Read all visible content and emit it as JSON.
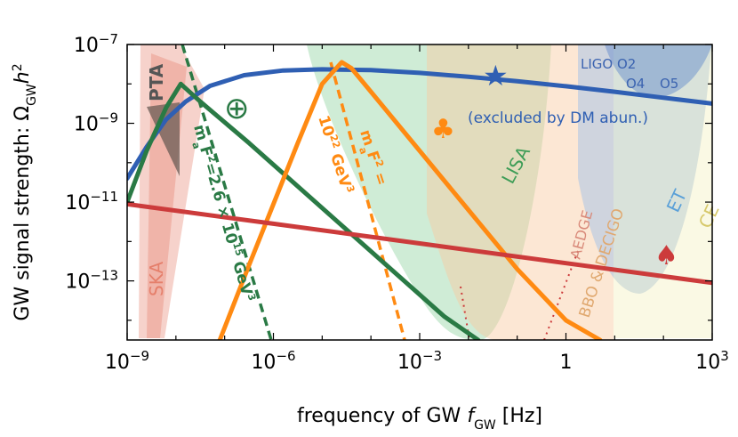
{
  "chart_data": {
    "type": "line",
    "xlabel": "frequency of GW f_GW [Hz]",
    "ylabel": "GW signal strength: Ω_GW h²",
    "xscale": "log",
    "yscale": "log",
    "xlim_log10": [
      -9,
      3
    ],
    "ylim_log10": [
      -14.5,
      -7
    ],
    "grid": false,
    "x_ticks": [
      {
        "log10": -9,
        "base": "10",
        "exp": "−9"
      },
      {
        "log10": -6,
        "base": "10",
        "exp": "−6"
      },
      {
        "log10": -3,
        "base": "10",
        "exp": "−3"
      },
      {
        "log10": 0,
        "base": "1",
        "exp": ""
      },
      {
        "log10": 3,
        "base": "10",
        "exp": "3"
      }
    ],
    "y_ticks": [
      {
        "log10": -7,
        "base": "10",
        "exp": "−7"
      },
      {
        "log10": -9,
        "base": "10",
        "exp": "−9"
      },
      {
        "log10": -11,
        "base": "10",
        "exp": "−11"
      },
      {
        "log10": -13,
        "base": "10",
        "exp": "−13"
      }
    ],
    "xlabel_parts": {
      "main": "frequency of GW ",
      "sym": "f",
      "sub": "GW",
      "unit": " [Hz]"
    },
    "ylabel_parts": {
      "main": "GW signal strength: ",
      "sym": "Ω",
      "sub": "GW",
      "h": "h",
      "sup": "2"
    },
    "colors": {
      "blue": "#2f5fb3",
      "green": "#2a7a45",
      "orange": "#ff8a12",
      "red": "#cc3b3b",
      "ska": "#e57f6b",
      "lisa": "#a8dcb4",
      "decigo": "#f9c9a0",
      "et": "#a9c4e6",
      "ce": "#f0eaa5",
      "ligo": "#5c86c9"
    },
    "series": [
      {
        "key": "blue",
        "color": "#2f5fb3",
        "x_log10": [
          -9,
          -8.6,
          -8.2,
          -7.8,
          -7.3,
          -6.6,
          -5.8,
          -5,
          -4,
          -3,
          -2,
          -1,
          0,
          1,
          2,
          3
        ],
        "y_log10": [
          -10.4,
          -9.6,
          -8.9,
          -8.45,
          -8.05,
          -7.78,
          -7.66,
          -7.63,
          -7.65,
          -7.72,
          -7.82,
          -7.93,
          -8.06,
          -8.2,
          -8.35,
          -8.5
        ]
      },
      {
        "key": "green",
        "color": "#2a7a45",
        "x_log10": [
          -9,
          -8.6,
          -8.2,
          -7.9,
          -7.5,
          -6.5,
          -5.5,
          -4.5,
          -3.5,
          -2.5,
          -1.8
        ],
        "y_log10": [
          -11.0,
          -9.7,
          -8.6,
          -8.0,
          -8.45,
          -9.5,
          -10.6,
          -11.7,
          -12.8,
          -13.9,
          -14.5
        ]
      },
      {
        "key": "orange",
        "color": "#ff8a12",
        "x_log10": [
          -7.1,
          -6.5,
          -6,
          -5.5,
          -5,
          -4.6,
          -4.4,
          -4,
          -3,
          -2,
          -1,
          0,
          0.7
        ],
        "y_log10": [
          -14.5,
          -12.6,
          -11.05,
          -9.5,
          -8.0,
          -7.45,
          -7.6,
          -8.2,
          -9.7,
          -11.2,
          -12.7,
          -14.0,
          -14.5
        ]
      },
      {
        "key": "red",
        "color": "#cc3b3b",
        "x_log10": [
          -9,
          -6,
          -3,
          0,
          3
        ],
        "y_log10": [
          -11.05,
          -11.55,
          -12.05,
          -12.55,
          -13.05
        ]
      }
    ],
    "labels": {
      "pta": "PTA",
      "ska": "SKA",
      "lisa": "LISA",
      "aedge": "AEDGE",
      "bbo_decigo": "BBO & DECIGO",
      "et": "ET",
      "ce": "CE",
      "ligo_o2": "LIGO O2",
      "ligo_o4": "O4",
      "ligo_o5": "O5",
      "excluded": "(excluded by DM abun.)",
      "green_line1": "m",
      "green_a": "a",
      "green_rest1": "F",
      "green_sup": "2",
      "green_rest2": "=2.6 × 10",
      "green_exp": "15",
      "green_unit": " GeV",
      "green_unit_sup": "3",
      "orange_line1_m": "m",
      "orange_line1_a": "a",
      "orange_line1_F": "F",
      "orange_line1_sup": "2",
      "orange_line1_eq": " =",
      "orange_line2": "10",
      "orange_line2_exp": "22",
      "orange_line2_unit": " GeV",
      "orange_line2_sup": "3",
      "star": "★",
      "oplus": "⊕",
      "club": "♣",
      "spade": "♠"
    }
  }
}
